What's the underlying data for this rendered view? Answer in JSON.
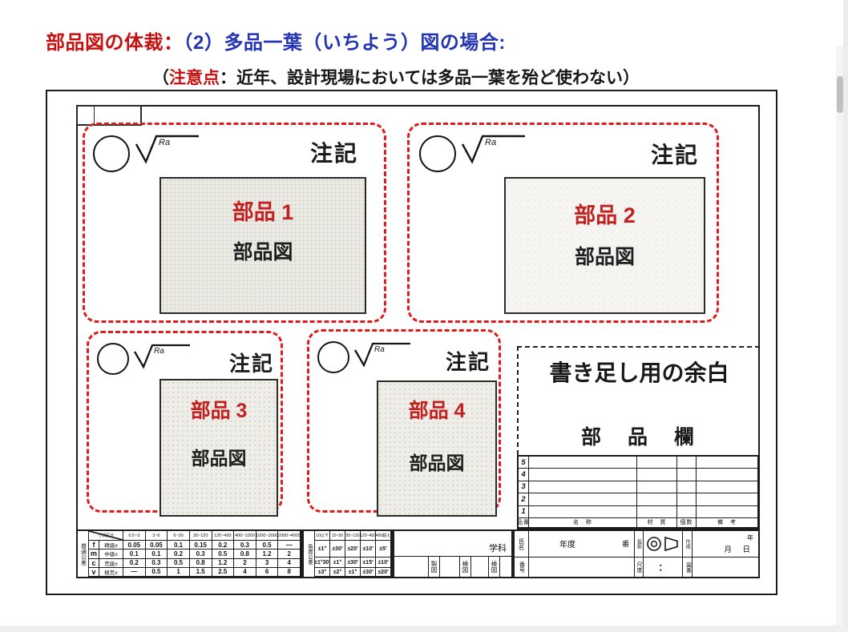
{
  "header": {
    "title_red": "部品図の体裁：",
    "title_blue": "（2）多品一葉（いちよう）図の場合:",
    "note_open": "（",
    "note_highlight": "注意点",
    "note_rest": "：近年、設計現場においては多品一葉を殆ど使わない）"
  },
  "colors": {
    "title_red": "#c61111",
    "title_blue": "#2335b4",
    "zone_dash_red": "#e01b1b",
    "part_label_red": "#c32020"
  },
  "parts": [
    {
      "label": "部品 1",
      "caption": "部品図",
      "note": "注記",
      "ra": "Ra"
    },
    {
      "label": "部品 2",
      "caption": "部品図",
      "note": "注記",
      "ra": "Ra"
    },
    {
      "label": "部品 3",
      "caption": "部品図",
      "note": "注記",
      "ra": "Ra"
    },
    {
      "label": "部品 4",
      "caption": "部品図",
      "note": "注記",
      "ra": "Ra"
    }
  ],
  "margin_area": {
    "title": "書き足し用の余白",
    "column_title": "部　品　欄"
  },
  "parts_table": {
    "row_numbers": [
      "5",
      "4",
      "3",
      "2",
      "1"
    ],
    "headers": [
      "品番",
      "名　称",
      "材　質",
      "個数",
      "備　考"
    ]
  },
  "linear_tol": {
    "side_label": "普通公差",
    "corner": "寸法区分",
    "ranges": [
      "0.5~3",
      "3~6",
      "6~30",
      "30~120",
      "120~400",
      "400~1000",
      "1000~2000",
      "2000~4000"
    ],
    "rows": [
      {
        "cls": "f",
        "name": "精級±",
        "vals": [
          "0.05",
          "0.05",
          "0.1",
          "0.15",
          "0.2",
          "0.3",
          "0.5",
          "—"
        ]
      },
      {
        "cls": "m",
        "name": "中級±",
        "vals": [
          "0.1",
          "0.1",
          "0.2",
          "0.3",
          "0.5",
          "0.8",
          "1.2",
          "2"
        ]
      },
      {
        "cls": "c",
        "name": "荒級±",
        "vals": [
          "0.2",
          "0.3",
          "0.5",
          "0.8",
          "1.2",
          "2",
          "3",
          "4"
        ]
      },
      {
        "cls": "v",
        "name": "極荒±",
        "vals": [
          "—",
          "0.5",
          "1",
          "1.5",
          "2.5",
          "4",
          "6",
          "8"
        ]
      }
    ]
  },
  "angular_tol": {
    "side_label": "角度公差",
    "ranges": [
      "10以下",
      "10~50",
      "50~120",
      "120~400",
      "400超え"
    ],
    "rows": [
      [
        "±1°",
        "±30′",
        "±20′",
        "±10′",
        "±5′"
      ],
      [
        "±1°30′",
        "±1°",
        "±30′",
        "±15′",
        "±10′"
      ],
      [
        "±3°",
        "±2°",
        "±1°",
        "±30′",
        "±20′"
      ]
    ]
  },
  "title_block": {
    "dept": "学科",
    "sign_labels": [
      "製図",
      "検図",
      "検図"
    ],
    "name_label": "氏名",
    "number_label": "番号",
    "year_label": "年度",
    "ban_label": "番",
    "projection_label": "投影",
    "make_label": "作成",
    "year_suffix": "年",
    "date_label": "月　日",
    "scale_label": "尺度",
    "scale_colon": "：",
    "zuban_label": "図番"
  }
}
